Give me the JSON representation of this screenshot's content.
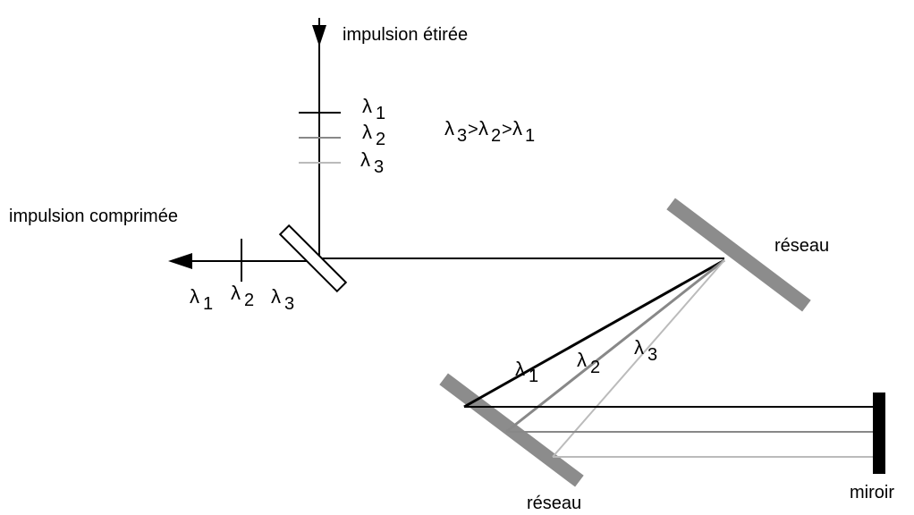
{
  "labels": {
    "stretched_pulse": "impulsion étirée",
    "compressed_pulse": "impulsion comprimée",
    "grating_top": "réseau",
    "grating_bottom": "réseau",
    "mirror": "miroir",
    "lambda": "λ",
    "sub1": "1",
    "sub2": "2",
    "sub3": "3",
    "gt": ">"
  },
  "colors": {
    "lambda1": "#000000",
    "lambda2": "#888888",
    "lambda3": "#bbbbbb",
    "grating": "#8c8c8c",
    "mirror": "#000000"
  }
}
